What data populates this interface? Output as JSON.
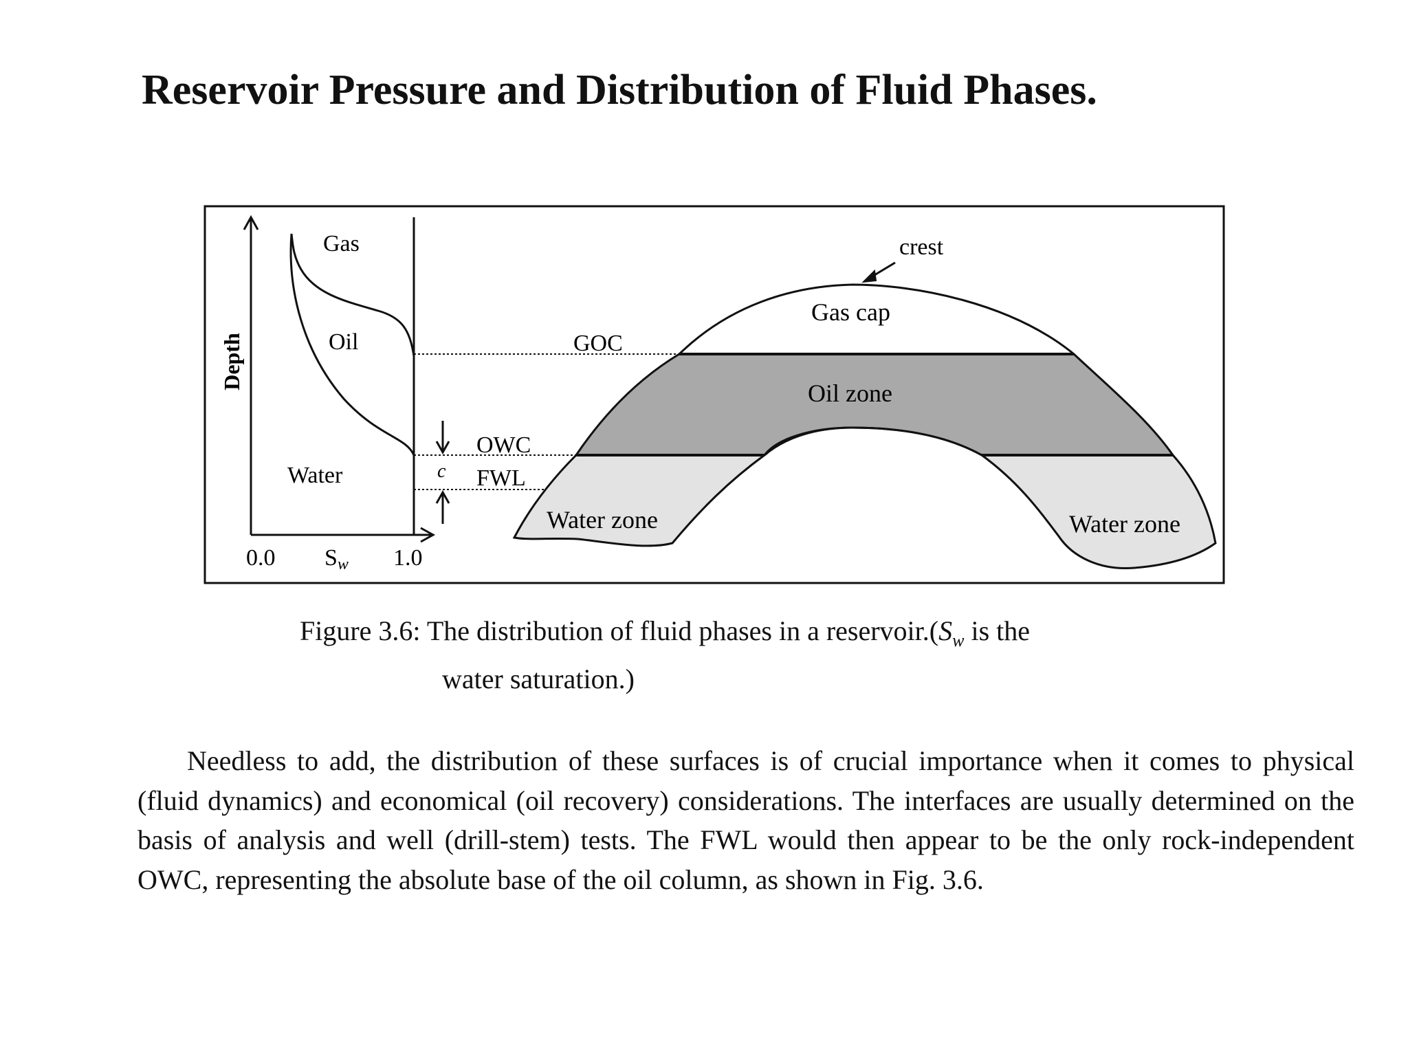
{
  "title": "Reservoir Pressure and Distribution of Fluid Phases.",
  "figure": {
    "left_plot": {
      "y_axis_label": "Depth",
      "x_axis_label_main": "S",
      "x_axis_label_sub": "w",
      "x_tick_min": "0.0",
      "x_tick_max": "1.0",
      "zone_gas": "Gas",
      "zone_oil": "Oil",
      "zone_water": "Water",
      "c_label": "c"
    },
    "contacts": {
      "goc": "GOC",
      "owc": "OWC",
      "fwl": "FWL"
    },
    "cross_section": {
      "crest": "crest",
      "gas_cap": "Gas cap",
      "oil_zone": "Oil zone",
      "water_zone_left": "Water zone",
      "water_zone_right": "Water zone"
    },
    "colors": {
      "oil_zone_fill": "#a9a9a9",
      "water_zone_fill": "#e3e3e3",
      "line": "#111111"
    }
  },
  "caption": {
    "prefix": "Figure 3.6: The distribution of fluid phases in a reservoir.(",
    "sw_main": "S",
    "sw_sub": "w",
    "suffix": " is the",
    "line2": "water saturation.)"
  },
  "paragraph": "Needless to add, the distribution of these surfaces is of crucial importance when it comes to physical (fluid dynamics) and economical (oil recovery) considerations. The interfaces are usually determined on the basis of analysis and well (drill-stem) tests. The FWL would then appear to be the only rock-independent OWC, representing the absolute base of the oil column, as shown in Fig. 3.6."
}
